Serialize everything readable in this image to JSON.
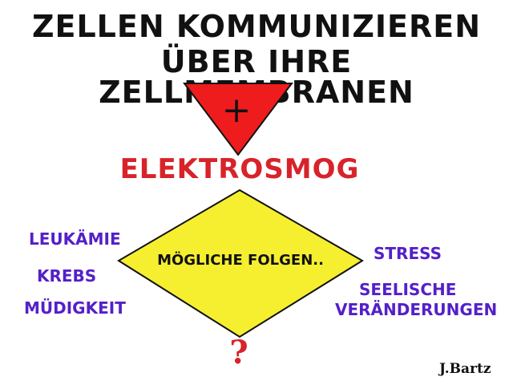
{
  "title": {
    "line1": "ZELLEN KOMMUNIZIEREN",
    "line2": "ÜBER IHRE ZELLMEMBRANEN"
  },
  "plus_sign": "+",
  "keyword": "ELEKTROSMOG",
  "center_label": "MÖGLICHE FOLGEN..",
  "effects_left": [
    "LEUKÄMIE",
    "KREBS",
    "MÜDIGKEIT"
  ],
  "effects_right": [
    "STRESS",
    "SEELISCHE",
    "VERÄNDERUNGEN"
  ],
  "question_mark": "?",
  "author": "J.Bartz",
  "colors": {
    "triangle_fill": "#ee1c1c",
    "diamond_fill": "#f5ef30",
    "outline": "#111111",
    "keyword": "#d8232a",
    "effects": "#5420c8",
    "question": "#d8232a"
  }
}
